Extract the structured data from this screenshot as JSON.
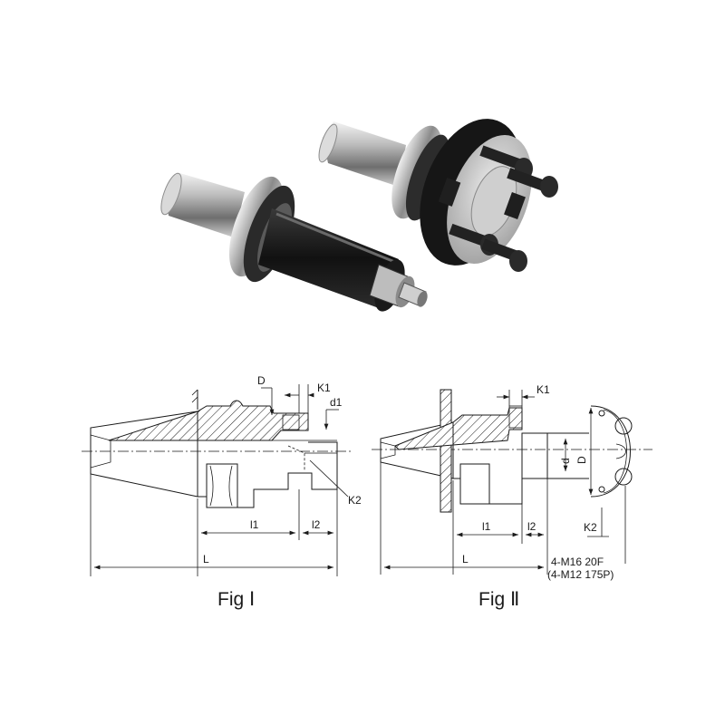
{
  "labels": {
    "fig1": {
      "D": "D",
      "K1": "K1",
      "d1": "d1",
      "K2": "K2",
      "l1": "l1",
      "l2": "l2",
      "L": "L"
    },
    "fig2": {
      "K1": "K1",
      "d": "d",
      "D": "D",
      "K2": "K2",
      "l1": "l1",
      "l2": "l2",
      "L": "L",
      "bolt1": "4-M16 20F",
      "bolt2": "(4-M12 175P)"
    }
  },
  "captions": {
    "fig1": "Fig Ⅰ",
    "fig2": "Fig Ⅱ"
  },
  "colors": {
    "metal_dark": "#1c1c1c",
    "metal_light": "#d8d8d8",
    "line": "#1a1a1a"
  }
}
